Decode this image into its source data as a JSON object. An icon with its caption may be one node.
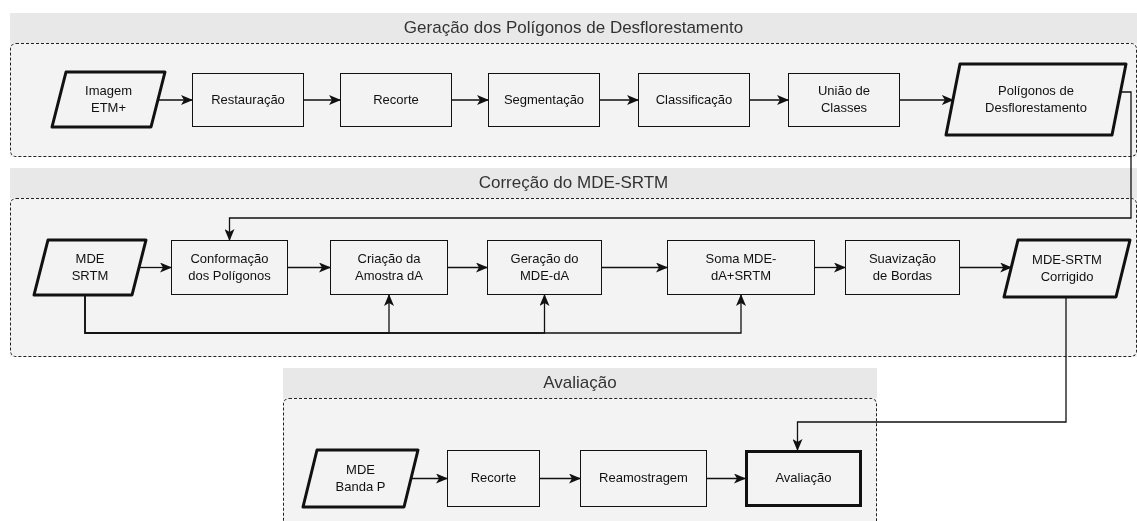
{
  "diagram": {
    "nodes": [
      {
        "text": [
          "Geração dos Polígonos de Desflorestamento"
        ]
      },
      {
        "text": [
          "Imagem ETM+"
        ],
        "in": 0
      },
      {
        "text": [
          "Restauração"
        ],
        "in": 0
      },
      {
        "text": [
          "Recorte"
        ],
        "in": 0
      },
      {
        "text": [
          "Segmentação"
        ],
        "in": 0
      },
      {
        "text": [
          "Classificação"
        ],
        "in": 0
      },
      {
        "text": [
          "União de Classes"
        ],
        "in": 0
      },
      {
        "text": [
          "Polígonos de Desflorestamento"
        ],
        "in": 0
      },
      {
        "text": [
          "Correção do MDE-SRTM"
        ]
      },
      {
        "text": [
          "MDE SRTM"
        ],
        "in": 8
      },
      {
        "text": [
          "Conformação dos Polígonos"
        ],
        "in": 8
      },
      {
        "text": [
          "Criação da Amostra dA"
        ],
        "in": 8
      },
      {
        "text": [
          "Geração do MDE-dA"
        ],
        "in": 8
      },
      {
        "text": [
          "Soma MDE-dA+SRTM"
        ],
        "in": 8
      },
      {
        "text": [
          "Suavização de Bordas"
        ],
        "in": 8
      },
      {
        "text": [
          "MDE-SRTM Corrigido"
        ],
        "in": 8
      },
      {
        "text": [
          "Avaliação"
        ]
      },
      {
        "text": [
          "MDE Banda P"
        ],
        "in": 16
      },
      {
        "text": [
          "Recorte"
        ],
        "in": 16
      },
      {
        "text": [
          "Reamostragem"
        ],
        "in": 16
      },
      {
        "text": [
          "Avaliação"
        ],
        "in": 16
      }
    ],
    "edges": [
      {
        "from": 1,
        "to": 2,
        "arrow": "to"
      },
      {
        "from": 2,
        "to": 3,
        "arrow": "to"
      },
      {
        "from": 3,
        "to": 4,
        "arrow": "to"
      },
      {
        "from": 4,
        "to": 5,
        "arrow": "to"
      },
      {
        "from": 5,
        "to": 6,
        "arrow": "to"
      },
      {
        "from": 6,
        "to": 7,
        "arrow": "to"
      },
      {
        "from": 7,
        "to": 10,
        "arrow": "to"
      },
      {
        "from": 9,
        "to": 10,
        "arrow": "to"
      },
      {
        "from": 10,
        "to": 11,
        "arrow": "to"
      },
      {
        "from": 11,
        "to": 12,
        "arrow": "to"
      },
      {
        "from": 12,
        "to": 13,
        "arrow": "to"
      },
      {
        "from": 13,
        "to": 14,
        "arrow": "to"
      },
      {
        "from": 14,
        "to": 15,
        "arrow": "to"
      },
      {
        "from": 9,
        "to": 11,
        "arrow": "to"
      },
      {
        "from": 9,
        "to": 12,
        "arrow": "to"
      },
      {
        "from": 9,
        "to": 13,
        "arrow": "to"
      },
      {
        "from": 15,
        "to": 20,
        "arrow": "to"
      },
      {
        "from": 17,
        "to": 18,
        "arrow": "to"
      },
      {
        "from": 18,
        "to": 19,
        "arrow": "to"
      },
      {
        "from": 19,
        "to": 20,
        "arrow": "to"
      }
    ]
  }
}
